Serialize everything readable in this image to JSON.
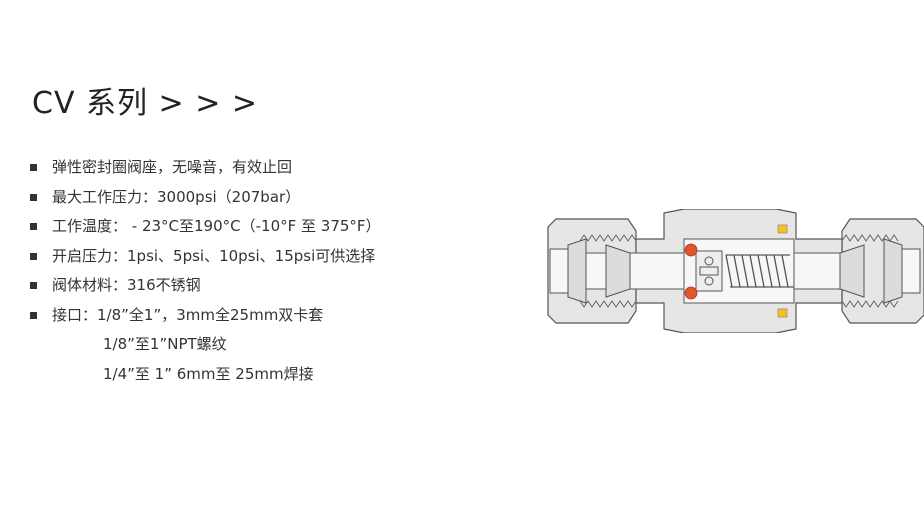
{
  "header": {
    "title": "CV 系列 > > >"
  },
  "specs": {
    "items": [
      "弹性密封圈阀座，无噪音，有效止回",
      "最大工作压力：3000psi（207bar）",
      "工作温度： - 23°C至190°C（-10°F 至 375°F）",
      "开启压力：1psi、5psi、10psi、15psi可供选择",
      "阀体材料：316不锈钢",
      "接口：1/8”全1”，3mm全25mm双卡套"
    ],
    "continuation": [
      "1/8”至1”NPT螺纹",
      "1/4”至 1”  6mm至 25mm焊接"
    ]
  },
  "colors": {
    "body_fill": "#e6e6e6",
    "outline": "#555555",
    "o_ring": "#e2542a",
    "seal": "#f0c419"
  },
  "icons": {
    "valve_drawing": "check-valve-cross-section"
  }
}
